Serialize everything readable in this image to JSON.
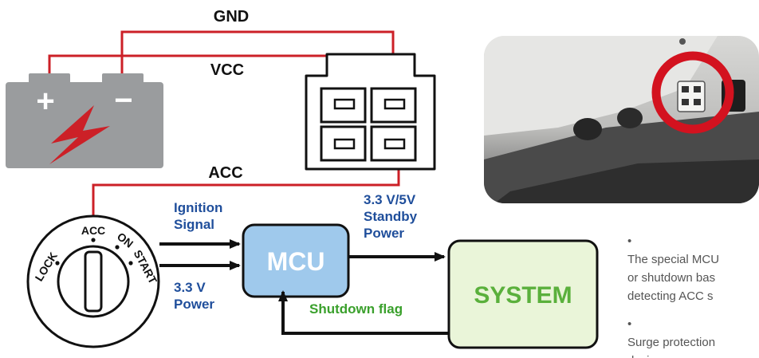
{
  "labels": {
    "gnd": "GND",
    "vcc": "VCC",
    "acc": "ACC",
    "ignition_signal_line1": "Ignition",
    "ignition_signal_line2": "Signal",
    "power_33_line1": "3.3 V",
    "power_33_line2": "Power",
    "standby_line1": "3.3 V/5V",
    "standby_line2": "Standby",
    "standby_line3": "Power",
    "mcu": "MCU",
    "system": "SYSTEM",
    "shutdown_flag": "Shutdown flag"
  },
  "key_switch": {
    "lock": "LOCK",
    "acc": "ACC",
    "on": "ON",
    "start": "START"
  },
  "battery": {
    "plus": "+",
    "minus": "−"
  },
  "bullets": [
    {
      "line1": "The special MCU",
      "line2": "or shutdown bas",
      "line3": "detecting ACC s"
    },
    {
      "line1": "Surge protection",
      "line2": "design"
    }
  ],
  "colors": {
    "wire_red": "#cc2027",
    "label_blue": "#1f4e9b",
    "mcu_fill": "#9fc9ec",
    "system_fill": "#eaf5d9",
    "system_text": "#5ab03c",
    "shutdown_green": "#3aa02c",
    "battery_gray": "#9a9c9e"
  }
}
